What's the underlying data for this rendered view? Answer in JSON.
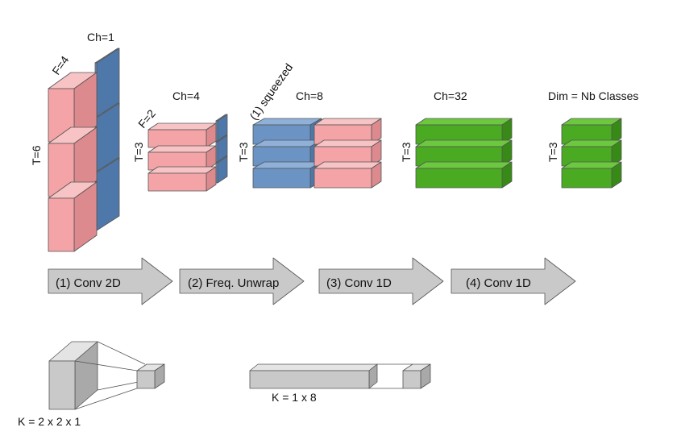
{
  "stage1": {
    "ch": "Ch=1",
    "f": "F=4",
    "t": "T=6"
  },
  "stage2": {
    "ch": "Ch=4",
    "f": "F=2",
    "t": "T=3"
  },
  "stage3": {
    "note": "(1) squeezed",
    "ch": "Ch=8",
    "t": "T=3"
  },
  "stage4": {
    "ch": "Ch=32",
    "t": "T=3"
  },
  "stage5": {
    "dim": "Dim = Nb Classes",
    "t": "T=3"
  },
  "arrows": [
    {
      "label": "(1) Conv 2D"
    },
    {
      "label": "(2) Freq. Unwrap"
    },
    {
      "label": "(3) Conv 1D"
    },
    {
      "label": "(4) Conv 1D"
    }
  ],
  "kernels": {
    "conv2d": "K = 2 x 2 x 1",
    "conv1d": "K = 1 x 8"
  },
  "colors": {
    "pink_front": "#f4a3a6",
    "pink_top": "#f8c3c4",
    "pink_side": "#dd8a8e",
    "blue_front": "#6b93c4",
    "blue_top": "#8fb0d8",
    "blue_side": "#4f78aa",
    "green_front": "#4aaa22",
    "green_top": "#6cc83e",
    "green_side": "#378a16",
    "gray_front": "#c9c9c9",
    "gray_top": "#e4e4e4",
    "gray_side": "#a9a9a9",
    "stroke": "#555555"
  }
}
